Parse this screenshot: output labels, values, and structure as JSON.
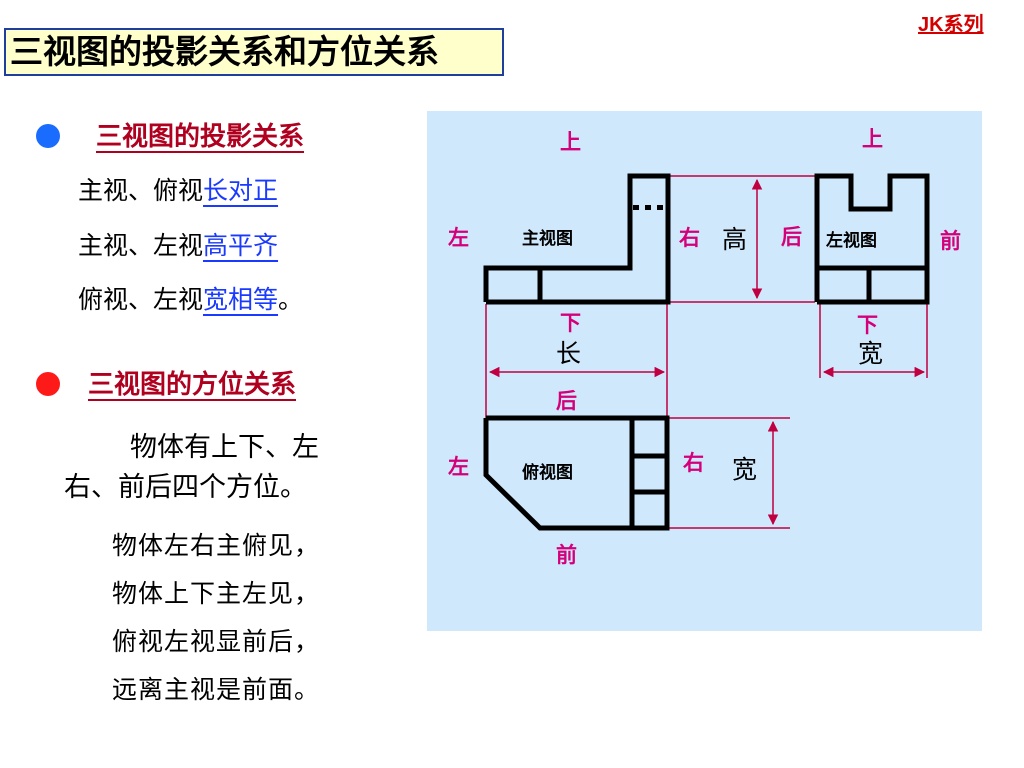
{
  "brand": "JK系列",
  "page_title": "三视图的投影关系和方位关系",
  "colors": {
    "bullet1": "#1a6cff",
    "bullet2": "#ff1a1a",
    "section": "#b00020",
    "highlight": "#1a3aff",
    "direction": "#d4007a",
    "panel_bg": "#cfe8fb"
  },
  "section1": {
    "heading": "三视图的投影关系",
    "rows": [
      {
        "prefix": "主视、俯视",
        "rule": "长对正",
        "suffix": ""
      },
      {
        "prefix": "主视、左视",
        "rule": "高平齐",
        "suffix": ""
      },
      {
        "prefix": "俯视、左视",
        "rule": "宽相等",
        "suffix": "。"
      }
    ]
  },
  "section2": {
    "heading": "三视图的方位关系",
    "para_line1": "物体有上下、左",
    "para_line2": "右、前后四个方位。",
    "poem": [
      "物体左右主俯见，",
      "物体上下主左见，",
      "俯视左视显前后，",
      "远离主视是前面。"
    ]
  },
  "diagram": {
    "front_view": "主视图",
    "left_view": "左视图",
    "top_view": "俯视图",
    "dir": {
      "up_front": "上",
      "up_left": "上",
      "left_front": "左",
      "right_front": "右",
      "back_left": "后",
      "front_left": "前",
      "down_front": "下",
      "down_left": "下",
      "back_top": "后",
      "left_top": "左",
      "right_top": "右",
      "front_top": "前"
    },
    "dim": {
      "height": "高",
      "length": "长",
      "width_left": "宽",
      "width_top": "宽"
    }
  }
}
